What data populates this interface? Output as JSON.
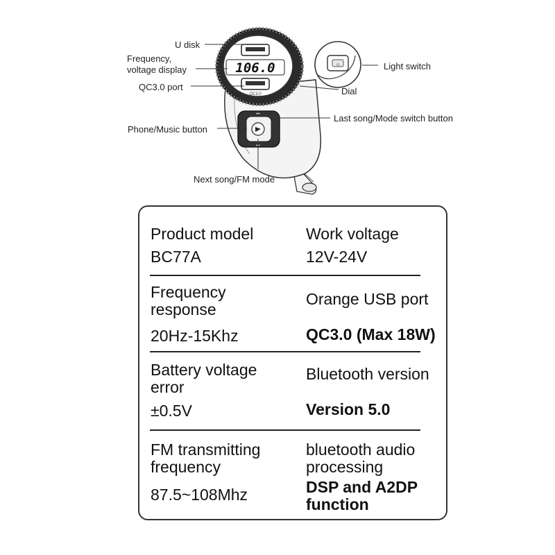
{
  "diagram": {
    "labels": {
      "u_disk": "U disk",
      "freq_display_line1": "Frequency,",
      "freq_display_line2": "voltage display",
      "qc_port": "QC3.0 port",
      "phone_music": "Phone/Music button",
      "next_song": "Next song/FM mode",
      "light_switch": "Light switch",
      "dial": "Dial",
      "last_song": "Last song/Mode switch button"
    },
    "device": {
      "display_reading": "106.0",
      "qc_marking": "QC3.0"
    }
  },
  "specs": [
    {
      "left": {
        "label": [
          "Product model"
        ],
        "value": [
          "BC77A"
        ]
      },
      "right": {
        "label": [
          "Work voltage"
        ],
        "value": [
          "12V-24V"
        ]
      }
    },
    {
      "left": {
        "label": [
          "Frequency",
          "response"
        ],
        "value": [
          "20Hz-15Khz"
        ]
      },
      "right": {
        "label": [
          "Orange USB port"
        ],
        "value": [
          "QC3.0 (Max 18W)"
        ]
      }
    },
    {
      "left": {
        "label": [
          "Battery voltage",
          "error"
        ],
        "value": [
          "±0.5V"
        ]
      },
      "right": {
        "label": [
          "Bluetooth version"
        ],
        "value": [
          "Version 5.0"
        ]
      }
    },
    {
      "left": {
        "label": [
          "FM transmitting",
          "frequency"
        ],
        "value": [
          "87.5~108Mhz"
        ]
      },
      "right": {
        "label": [
          "bluetooth audio",
          "processing"
        ],
        "value": [
          "DSP and A2DP",
          "function"
        ]
      }
    }
  ]
}
